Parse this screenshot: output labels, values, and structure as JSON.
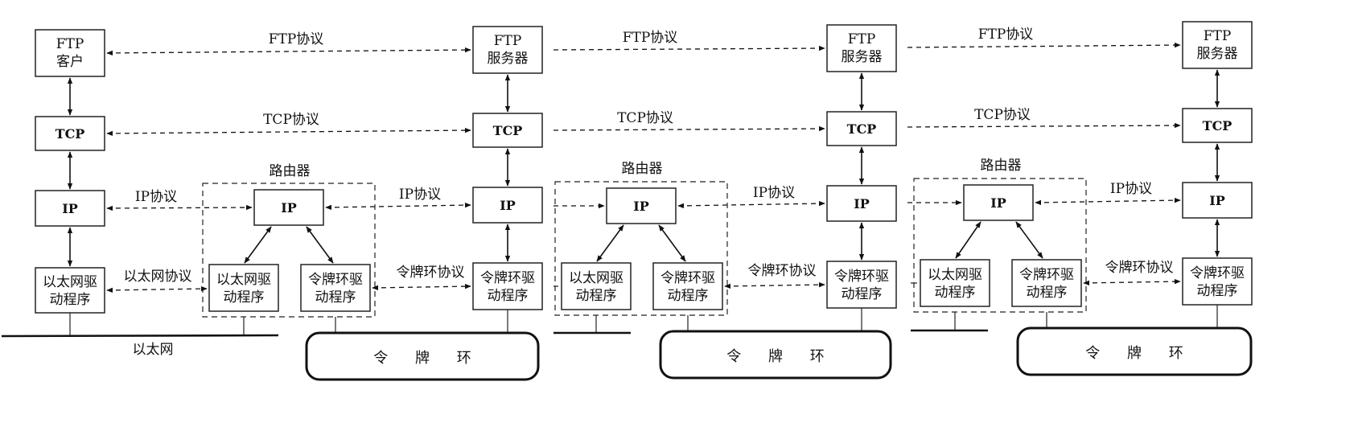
{
  "columns": [
    {
      "id": "ftp-client-host",
      "app": [
        "FTP",
        "客户"
      ],
      "tcp": "TCP",
      "ip": "IP",
      "drv": [
        "以太网驱",
        "动程序"
      ]
    },
    {
      "id": "ftp-server-host-1",
      "app": [
        "FTP",
        "服务器"
      ],
      "tcp": "TCP",
      "ip": "IP",
      "drv": [
        "令牌环驱",
        "动程序"
      ]
    },
    {
      "id": "ftp-server-host-2",
      "app": [
        "FTP",
        "服务器"
      ],
      "tcp": "TCP",
      "ip": "IP",
      "drv": [
        "令牌环驱",
        "动程序"
      ]
    },
    {
      "id": "ftp-server-host-3",
      "app": [
        "FTP",
        "服务器"
      ],
      "tcp": "TCP",
      "ip": "IP",
      "drv": [
        "令牌环驱",
        "动程序"
      ]
    }
  ],
  "routers": [
    {
      "title": "路由器",
      "ip": "IP",
      "left_drv": [
        "以太网驱",
        "动程序"
      ],
      "right_drv": [
        "令牌环驱",
        "动程序"
      ]
    },
    {
      "title": "路由器",
      "ip": "IP",
      "left_drv": [
        "以太网驱",
        "动程序"
      ],
      "right_drv": [
        "令牌环驱",
        "动程序"
      ]
    },
    {
      "title": "路由器",
      "ip": "IP",
      "left_drv": [
        "以太网驱",
        "动程序"
      ],
      "right_drv": [
        "令牌环驱",
        "动程序"
      ]
    }
  ],
  "protocols": {
    "ftp": "FTP协议",
    "tcp": "TCP协议",
    "ip": "IP协议",
    "ethernet": "以太网协议",
    "token_ring": "令牌环协议"
  },
  "networks": {
    "ethernet": "以太网",
    "token_ring": "令 牌 环"
  }
}
